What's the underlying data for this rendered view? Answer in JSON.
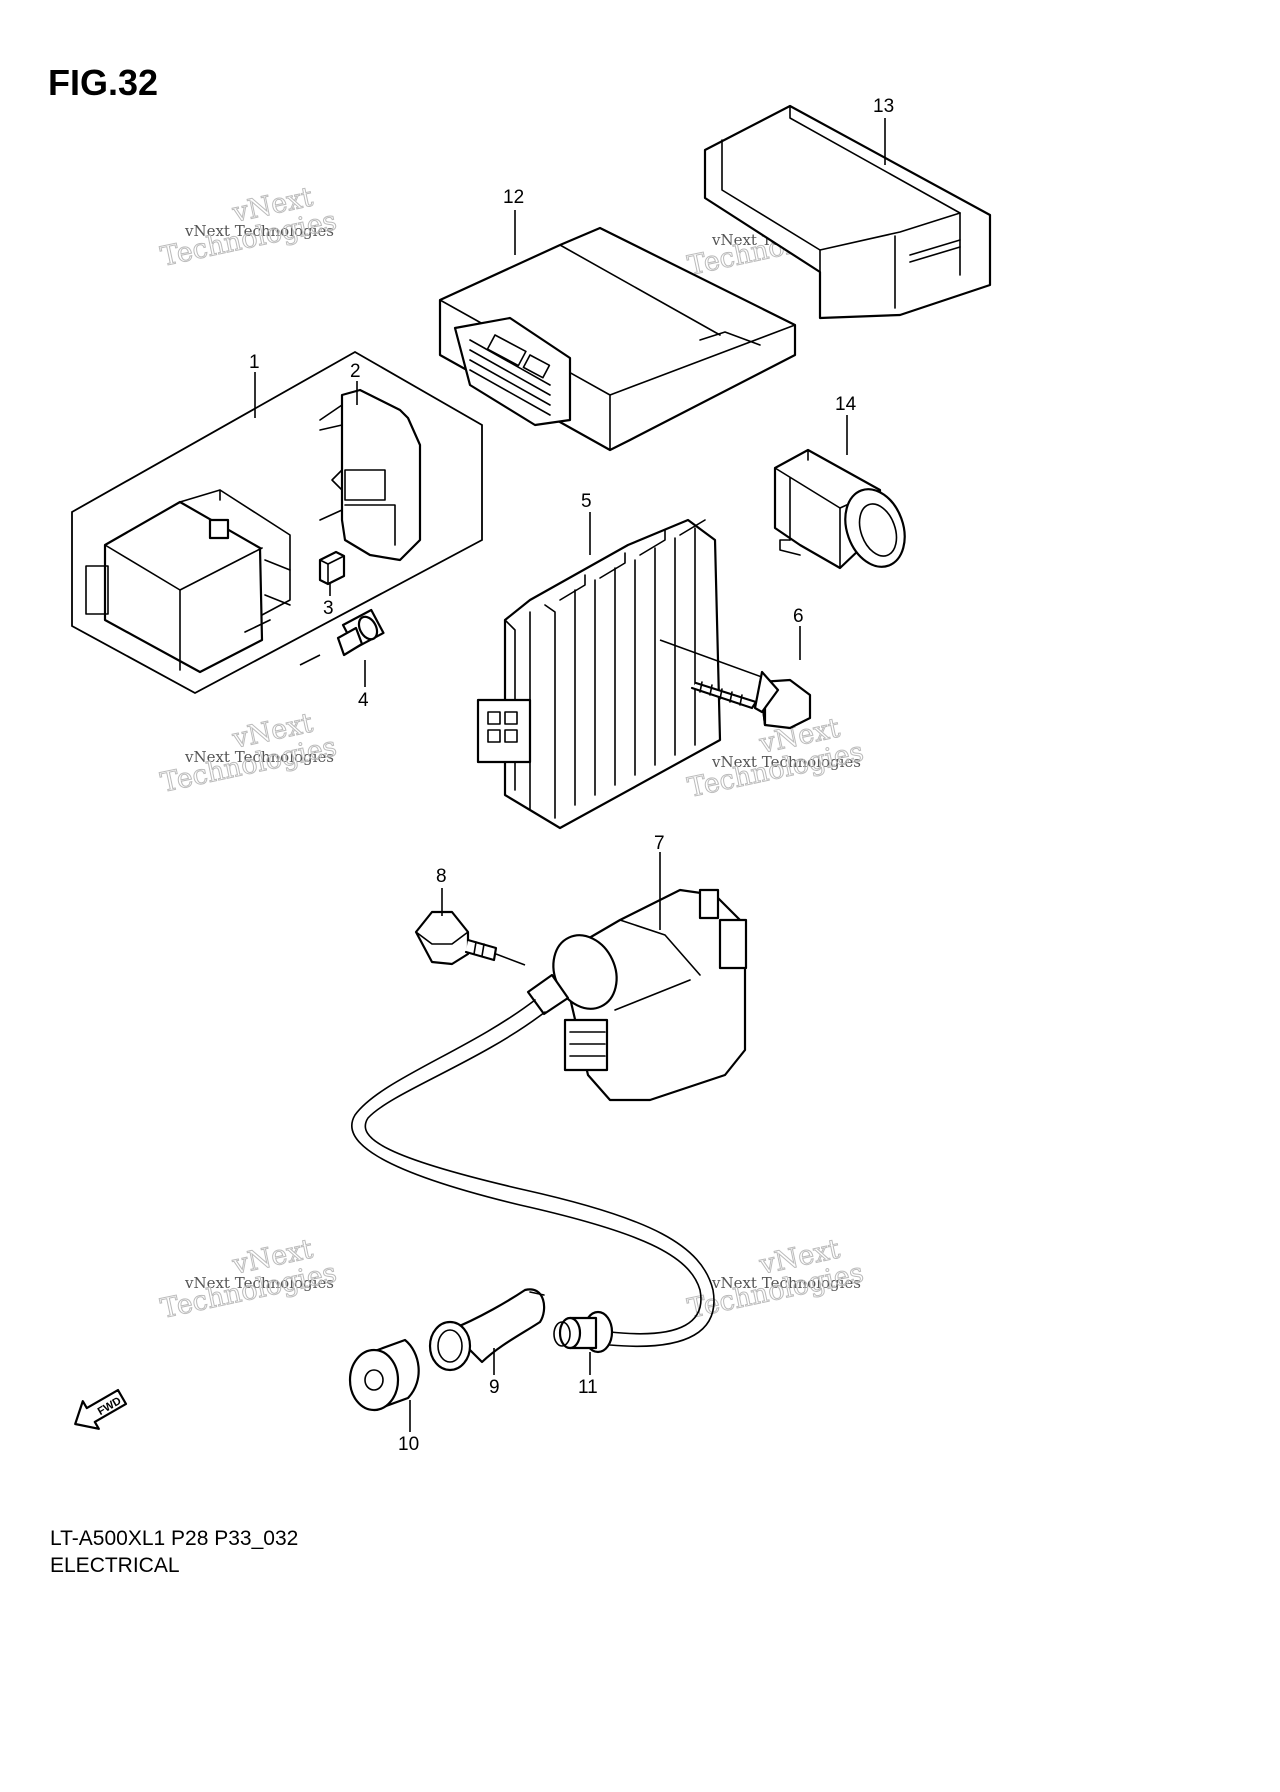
{
  "figure_title": "FIG.32",
  "caption": {
    "model_code": "LT-A500XL1 P28 P33_032",
    "section": "ELECTRICAL"
  },
  "watermark": {
    "line1": "vNext Technologies",
    "line2": "vNext",
    "line3": "Technologies"
  },
  "fwd_label": "FWD",
  "callouts": [
    "1",
    "2",
    "3",
    "4",
    "5",
    "6",
    "7",
    "8",
    "9",
    "10",
    "11",
    "12",
    "13",
    "14"
  ],
  "icons": [
    "fwd-arrow-icon"
  ]
}
